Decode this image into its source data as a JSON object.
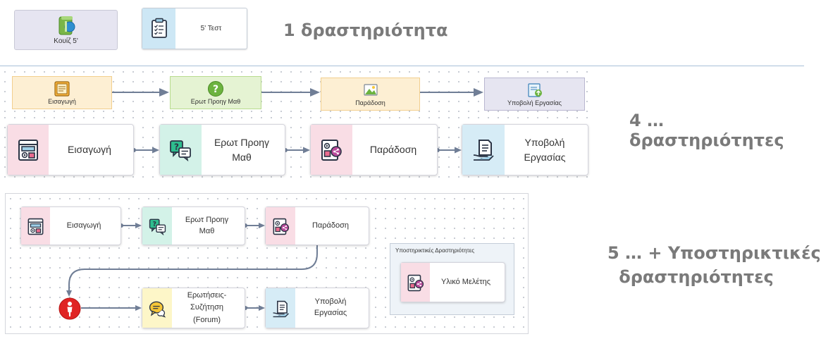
{
  "colors": {
    "pink_strip": "#f9dde5",
    "mint_strip": "#d3f2e8",
    "blue_strip": "#d6ecf6",
    "yellow_strip": "#fdf6c8",
    "orange_fill": "#fdefd3",
    "green_fill": "#e5f3d3",
    "lavender_fill": "#e6e5f1",
    "connector": "#707e96",
    "heading": "#7a7a7a",
    "alert_red": "#e02424"
  },
  "section1": {
    "quiz_label": "Κουίζ 5'",
    "test_label": "5' Τεστ",
    "heading": "1 δραστηριότητα"
  },
  "section2": {
    "old_nodes": [
      "Εισαγωγή",
      "Ερωτ Προηγ Μαθ",
      "Παράδοση",
      "Υποβολή Εργασίας"
    ],
    "new_nodes": [
      {
        "lines": [
          "Εισαγωγή"
        ],
        "icon": "presentation-icon"
      },
      {
        "lines": [
          "Ερωτ Προηγ",
          "Μαθ"
        ],
        "icon": "question-chat-icon"
      },
      {
        "lines": [
          "Παράδοση"
        ],
        "icon": "media-share-icon"
      },
      {
        "lines": [
          "Υποβολή",
          "Εργασίας"
        ],
        "icon": "document-hand-icon"
      }
    ],
    "heading": "4 … δραστηριότητες"
  },
  "section3": {
    "nodes": [
      {
        "lines": [
          "Εισαγωγή"
        ],
        "icon": "presentation-icon"
      },
      {
        "lines": [
          "Ερωτ Προηγ",
          "Μαθ"
        ],
        "icon": "question-chat-icon"
      },
      {
        "lines": [
          "Παράδοση"
        ],
        "icon": "media-share-icon"
      },
      {
        "lines": [
          "Ερωτήσεις-",
          "Συζήτηση",
          "(Forum)"
        ],
        "icon": "forum-chat-icon"
      },
      {
        "lines": [
          "Υποβολή",
          "Εργασίας"
        ],
        "icon": "document-hand-icon"
      }
    ],
    "support_group_title": "Υποστηρικτικές Δραστηριότητες",
    "support_node": {
      "lines": [
        "Υλικό Μελέτης"
      ],
      "icon": "media-share-icon"
    },
    "heading_line1": "5 …  + Υποστηρικτικές",
    "heading_line2": "δραστηριότητες"
  }
}
